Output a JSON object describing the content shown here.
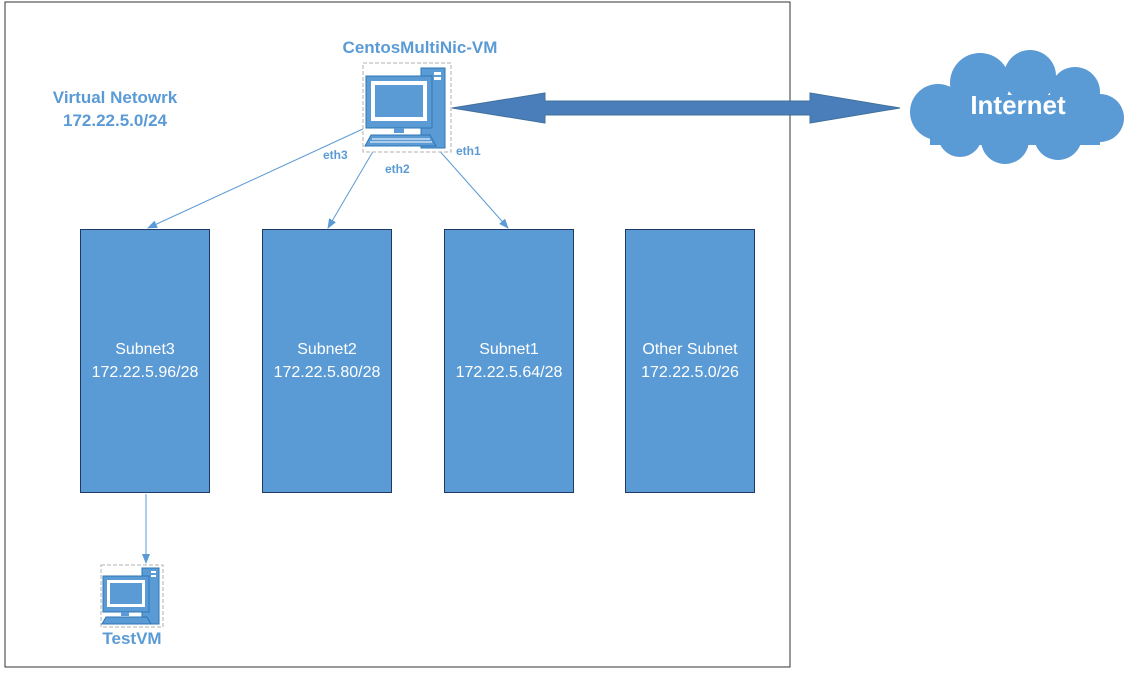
{
  "vnet": {
    "name": "Virtual Netowrk",
    "cidr": "172.22.5.0/24"
  },
  "main_vm": {
    "name": "CentosMultiNic-VM",
    "icon": "computer-icon"
  },
  "nics": {
    "eth1": "eth1",
    "eth2": "eth2",
    "eth3": "eth3"
  },
  "subnets": [
    {
      "name": "Subnet3",
      "cidr": "172.22.5.96/28"
    },
    {
      "name": "Subnet2",
      "cidr": "172.22.5.80/28"
    },
    {
      "name": "Subnet1",
      "cidr": "172.22.5.64/28"
    },
    {
      "name": "Other Subnet",
      "cidr": "172.22.5.0/26"
    }
  ],
  "test_vm": {
    "name": "TestVM",
    "icon": "computer-icon"
  },
  "internet": {
    "label": "Internet",
    "icon": "cloud-icon"
  },
  "colors": {
    "primary": "#5b9bd5",
    "shape_border": "#1f3864",
    "arrow": "#4a7ebb"
  }
}
